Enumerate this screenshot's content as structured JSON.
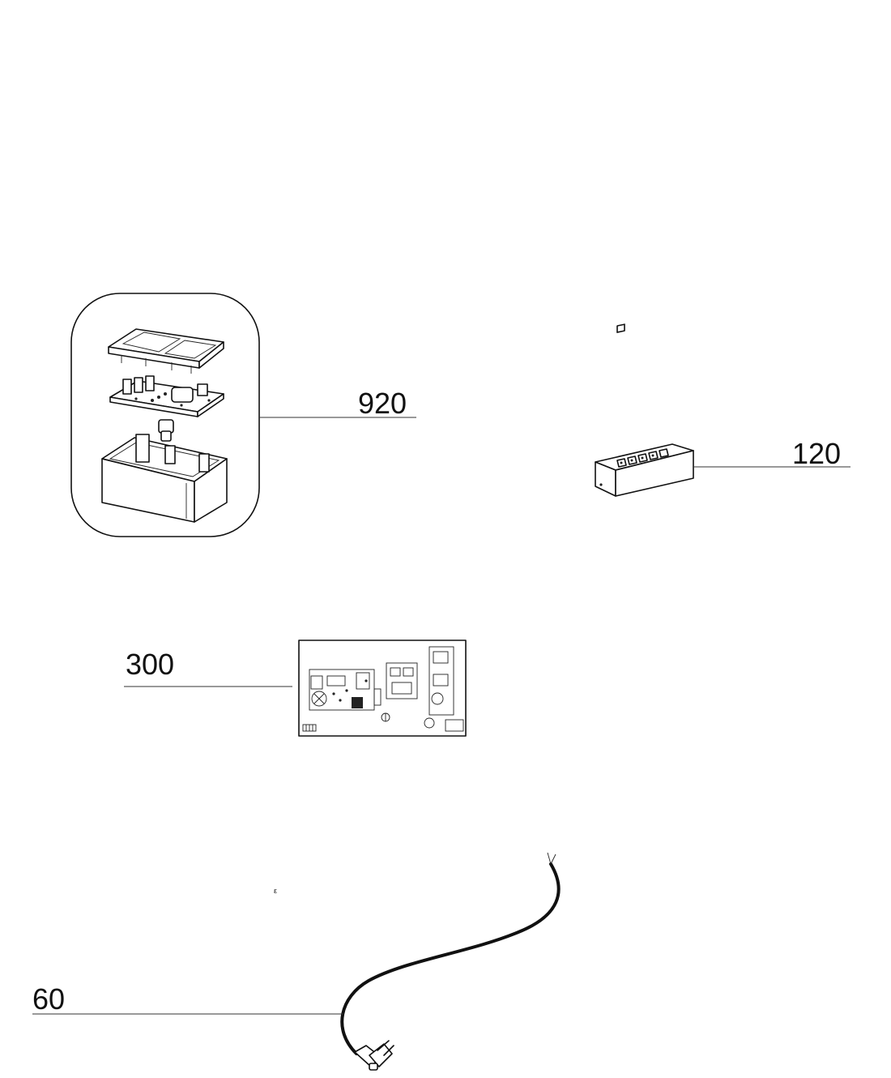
{
  "parts": [
    {
      "id": "control-module",
      "callout": "920"
    },
    {
      "id": "switch-bar",
      "callout": "120"
    },
    {
      "id": "circuit-board",
      "callout": "300"
    },
    {
      "id": "power-cable",
      "callout": "60"
    }
  ],
  "stray_mark": "ε",
  "colors": {
    "ink": "#111111",
    "leader": "#333333",
    "background": "#ffffff"
  }
}
